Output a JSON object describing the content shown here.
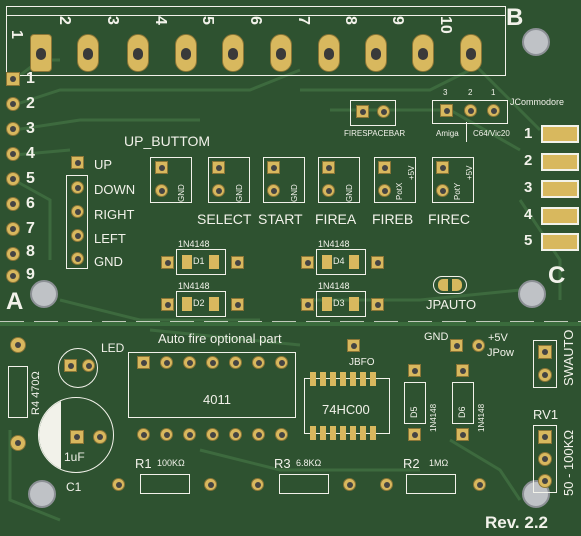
{
  "board": {
    "revision": "Rev. 2.2",
    "top_connector": {
      "label": "B",
      "pins": [
        "1",
        "2",
        "3",
        "4",
        "5",
        "6",
        "7",
        "8",
        "9",
        "10"
      ]
    },
    "left_connector": {
      "label": "A",
      "pins": [
        "1",
        "2",
        "3",
        "4",
        "5",
        "6",
        "7",
        "8",
        "9"
      ]
    },
    "right_connector": {
      "label": "C",
      "pins": [
        "1",
        "2",
        "3",
        "4",
        "5"
      ]
    },
    "up_button": {
      "label": "UP_BUTTOM",
      "pins": [
        "UP",
        "DOWN",
        "RIGHT",
        "LEFT",
        "GND"
      ]
    },
    "buttons": [
      {
        "name": "SELECT",
        "pad": "GND"
      },
      {
        "name": "START",
        "pad": "GND"
      },
      {
        "name": "FIREA",
        "pad": "GND"
      },
      {
        "name": "FIREB",
        "pad": "PotX",
        "pad2": "+5V"
      },
      {
        "name": "FIREC",
        "pad": "PotY",
        "pad2": "+5V"
      }
    ],
    "jumpers": {
      "firespacebar": "FIRESPACEBAR",
      "jcommodore": {
        "label": "JCommodore",
        "pins": [
          "3",
          "2",
          "1"
        ],
        "amiga": "Amiga",
        "c64": "C64/Vic20"
      },
      "jpauto": "JPAUTO",
      "jbfo": "JBFO",
      "jpow": {
        "gnd": "GND",
        "v5": "+5V",
        "label": "JPow"
      },
      "swauto": "SWAUTO"
    },
    "diodes": [
      {
        "ref": "D1",
        "part": "1N4148"
      },
      {
        "ref": "D2",
        "part": "1N4148"
      },
      {
        "ref": "D4",
        "part": "1N4148"
      },
      {
        "ref": "D3",
        "part": "1N4148"
      },
      {
        "ref": "D5",
        "part": "1N4148"
      },
      {
        "ref": "D6",
        "part": "1N4148"
      }
    ],
    "autofire": {
      "title": "Auto fire optional part",
      "led": "LED",
      "r4": "R4 470Ω",
      "c1_value": "1uF",
      "c1": "C1",
      "ic1": "4011",
      "ic2": "74HC00",
      "r1": "R1",
      "r1_val": "100KΩ",
      "r3": "R3",
      "r3_val": "6.8KΩ",
      "r2": "R2",
      "r2_val": "1MΩ",
      "rv1": "RV1",
      "rv1_val": "50 - 100KΩ"
    }
  }
}
